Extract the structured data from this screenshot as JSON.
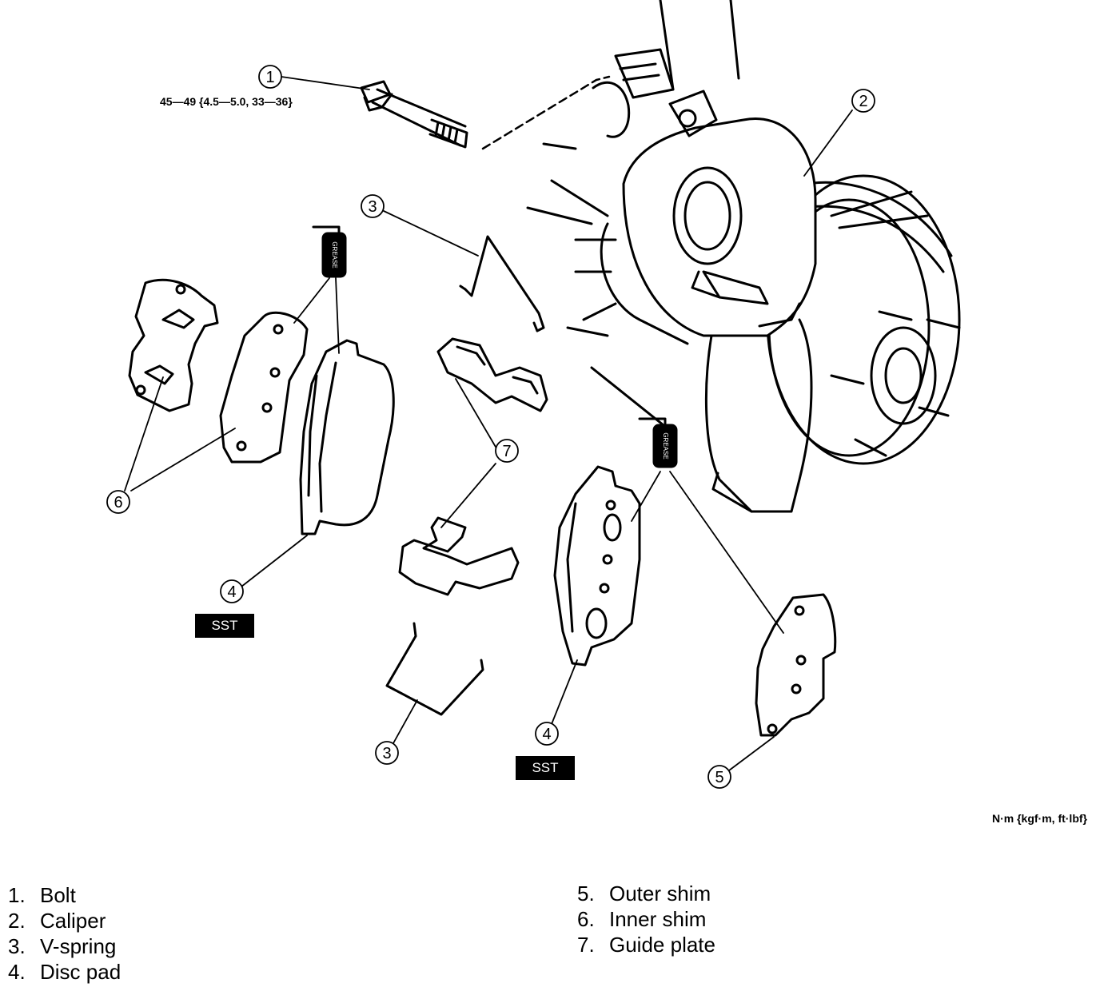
{
  "callouts": {
    "bolt": "1",
    "caliper": "2",
    "v_spring_top": "3",
    "v_spring_bottom": "3",
    "disc_pad_left": "4",
    "disc_pad_right": "4",
    "outer_shim": "5",
    "inner_shim": "6",
    "guide_plate": "7"
  },
  "torque_spec": "45—49 {4.5—5.0, 33—36}",
  "units_note": "N·m {kgf·m, ft·lbf}",
  "sst_label": "SST",
  "grease_label": "GREASE",
  "legend": {
    "left": [
      {
        "num": "1.",
        "label": "Bolt"
      },
      {
        "num": "2.",
        "label": "Caliper"
      },
      {
        "num": "3.",
        "label": "V-spring"
      },
      {
        "num": "4.",
        "label": "Disc pad"
      }
    ],
    "right": [
      {
        "num": "5.",
        "label": "Outer shim"
      },
      {
        "num": "6.",
        "label": "Inner shim"
      },
      {
        "num": "7.",
        "label": "Guide plate"
      }
    ]
  }
}
